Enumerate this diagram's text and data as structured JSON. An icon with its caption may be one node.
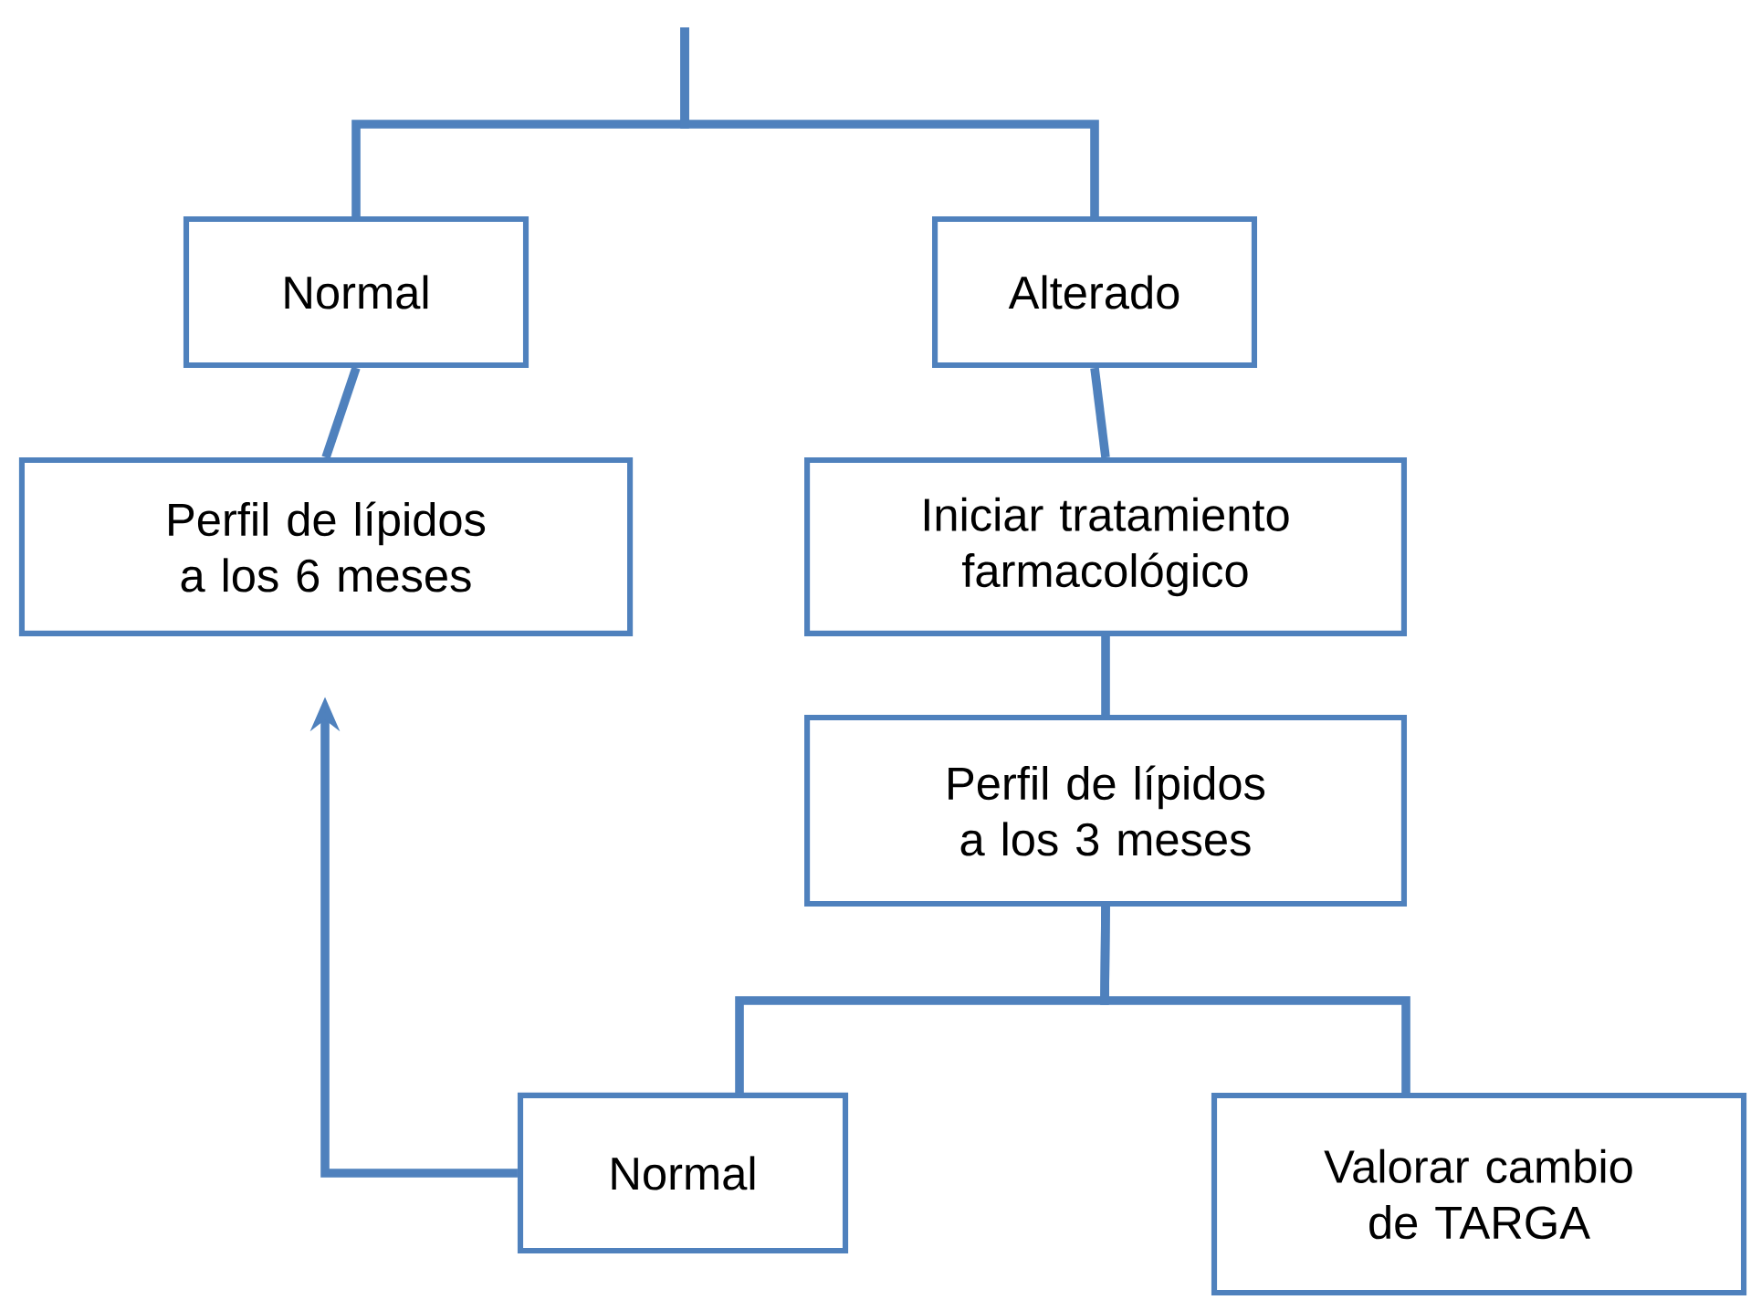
{
  "diagram": {
    "nodes": [
      {
        "text": [
          "Normal"
        ]
      },
      {
        "text": [
          "Alterado"
        ]
      },
      {
        "text": [
          "Perfil de lípidos a los 6 meses"
        ]
      },
      {
        "text": [
          "Iniciar tratamiento farmacológico"
        ]
      },
      {
        "text": [
          "Perfil de lípidos a los 3 meses"
        ]
      },
      {
        "text": [
          "Normal"
        ]
      },
      {
        "text": [
          "Valorar cambio de TARGA"
        ]
      }
    ],
    "edges": [
      {
        "from": null,
        "to": 0,
        "arrow": "none"
      },
      {
        "from": null,
        "to": 1,
        "arrow": "none"
      },
      {
        "from": 0,
        "to": 2,
        "arrow": "none"
      },
      {
        "from": 1,
        "to": 3,
        "arrow": "none"
      },
      {
        "from": 3,
        "to": 4,
        "arrow": "none"
      },
      {
        "from": 4,
        "to": 5,
        "arrow": "none"
      },
      {
        "from": 4,
        "to": 6,
        "arrow": "none"
      },
      {
        "from": 5,
        "to": 2,
        "arrow": "to"
      }
    ]
  }
}
